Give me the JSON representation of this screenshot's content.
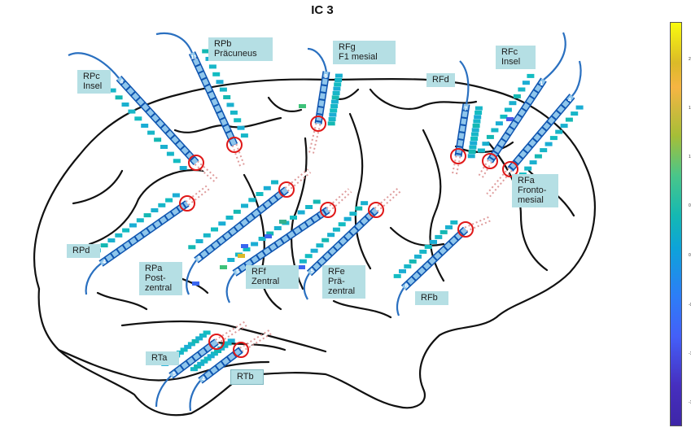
{
  "figure": {
    "title": "IC 3",
    "electrodes": [
      {
        "id": "RPc",
        "text": "RPc\nInsel",
        "number": "4"
      },
      {
        "id": "RPb",
        "text": "RPb\nPräcuneus",
        "number": "11"
      },
      {
        "id": "RFg",
        "text": "RFg\nF1 mesial",
        "number": "8"
      },
      {
        "id": "RFd",
        "text": "RFd",
        "number": "7"
      },
      {
        "id": "RFc",
        "text": "RFc\nInsel",
        "number": "1"
      },
      {
        "id": "RFa",
        "text": "RFa\nFronto-\nmesial",
        "number": "4"
      },
      {
        "id": "RPd",
        "text": "RPd",
        "number": "4"
      },
      {
        "id": "RPa",
        "text": "RPa\nPost-\nzentral",
        "number": "5"
      },
      {
        "id": "RFf",
        "text": "RFf\nZentral",
        "number": "5"
      },
      {
        "id": "RFe",
        "text": "RFe\nPrä-\nzentral",
        "number": "5"
      },
      {
        "id": "RFb",
        "text": "RFb",
        "number": "6"
      },
      {
        "id": "RTa",
        "text": "RTa",
        "number": "5"
      },
      {
        "id": "RTb",
        "text": "RTb",
        "number": "4"
      }
    ],
    "colorbar": {
      "ticks": [
        "2",
        "1.",
        "1",
        "0.",
        "0",
        "-0",
        "-1",
        "-1"
      ],
      "colors": {
        "max": "#f9fb0e",
        "mid": "#14b8b3",
        "min": "#3e26a8"
      }
    }
  }
}
